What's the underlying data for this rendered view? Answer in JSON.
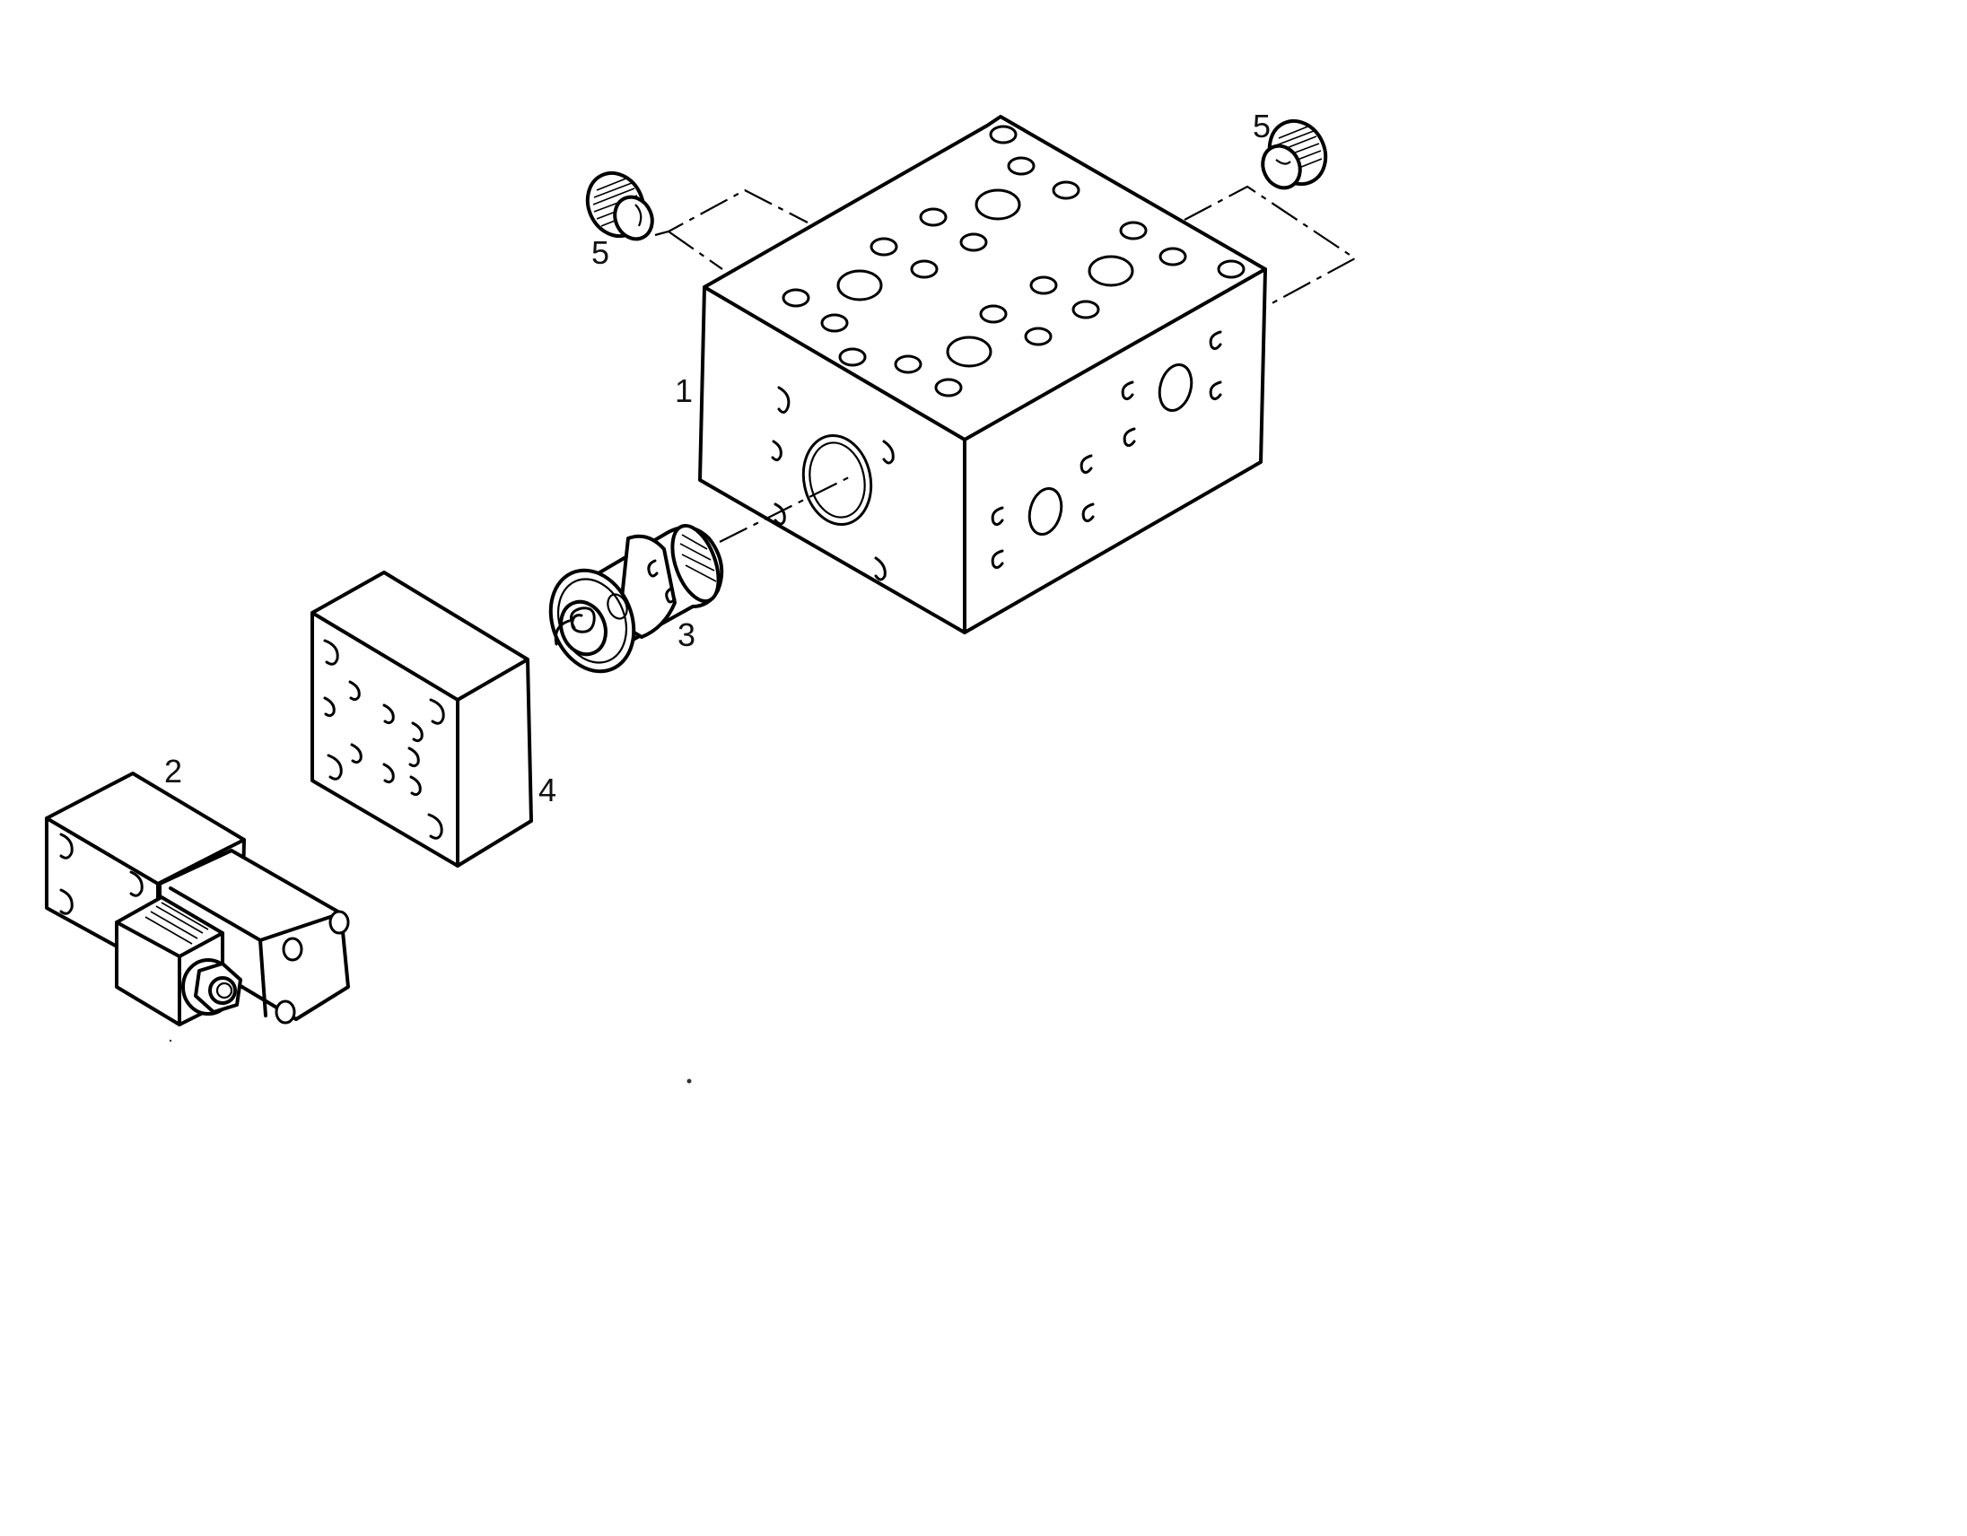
{
  "callouts": {
    "manifold_block": "1",
    "solenoid_coil": "2",
    "cartridge_valve": "3",
    "cover_plate": "4",
    "plug_left": "5",
    "plug_right": "5"
  },
  "colors": {
    "line": "#000000",
    "background": "#ffffff"
  }
}
